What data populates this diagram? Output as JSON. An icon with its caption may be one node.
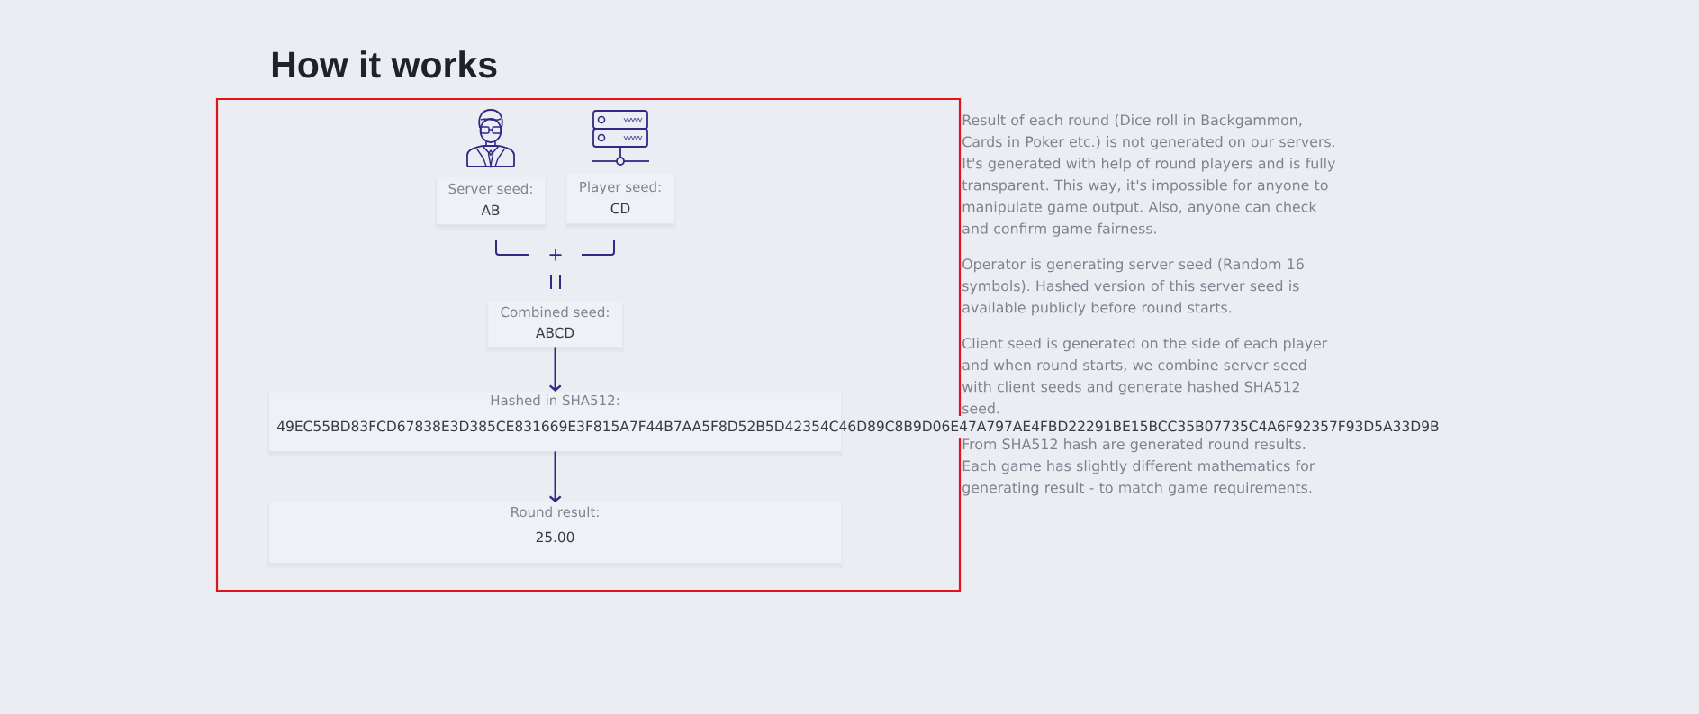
{
  "diagram": {
    "title": "How it works",
    "nodes": [
      {
        "text": [
          "Server seed:",
          "AB"
        ]
      },
      {
        "text": [
          "Player seed:",
          "CD"
        ]
      },
      {
        "text": [
          "Combined seed:",
          "ABCD"
        ]
      },
      {
        "text": [
          "Hashed in SHA512:",
          "49EC55BD83FCD67838E3D385CE831669E3F815A7F44B7AA5F8D52B5D42354C46D89C8B9D06E47A797AE4FBD22291BE15BCC35B07735C4A6F92357F93D5A33D9B"
        ]
      },
      {
        "text": [
          "Round result:",
          "25.00"
        ]
      }
    ],
    "edges": [
      {
        "from": 2,
        "to": 3,
        "arrow": "to"
      },
      {
        "from": 3,
        "to": 4,
        "arrow": "to"
      }
    ],
    "labels": [
      "+",
      "Result of each round (Dice roll in Backgammon, Cards in Poker etc.) is not generated on our servers. It's generated with help of round players and is fully transparent. This way, it's impossible for anyone to manipulate game output. Also, anyone can check and confirm game fairness.",
      "Operator is generating server seed (Random 16 symbols). Hashed version of this server seed is available publicly before round starts.",
      "Client seed is generated on the side of each player and when round starts, we combine server seed with client seeds and generate hashed SHA512 seed.",
      "From SHA512 hash are generated round results. Each game has slightly different mathematics for generating result - to match game requirements."
    ]
  }
}
